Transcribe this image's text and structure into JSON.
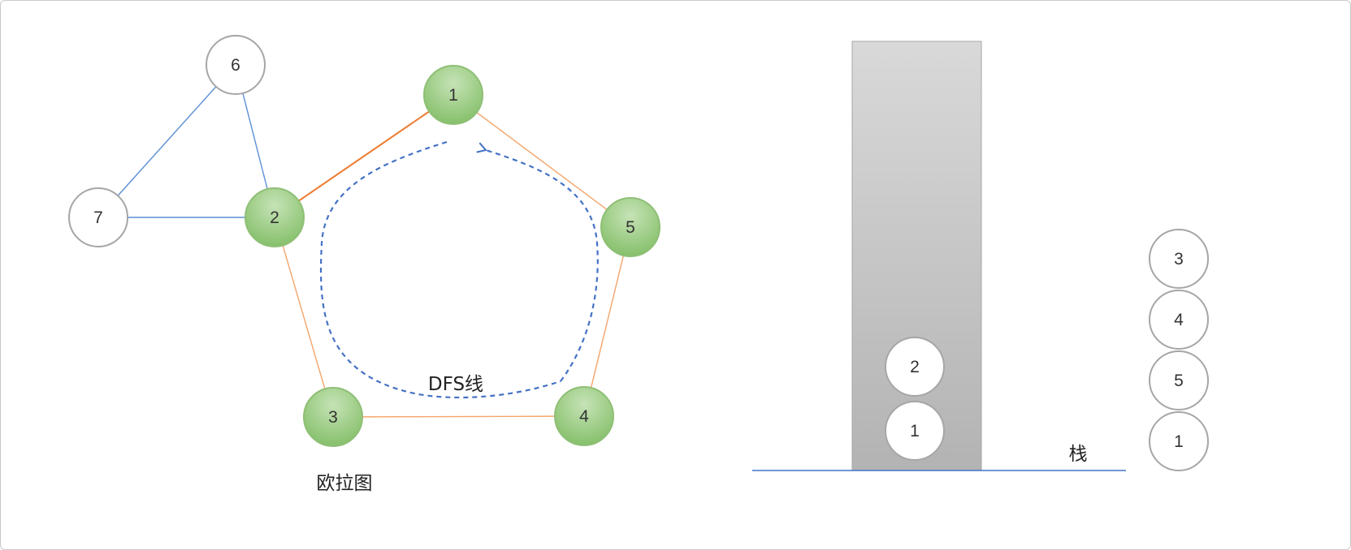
{
  "diagram": {
    "graph": {
      "caption": "欧拉图",
      "dfs_label": "DFS线",
      "nodes": [
        {
          "id": "1",
          "label": "1",
          "on_path": true
        },
        {
          "id": "2",
          "label": "2",
          "on_path": true
        },
        {
          "id": "3",
          "label": "3",
          "on_path": true
        },
        {
          "id": "4",
          "label": "4",
          "on_path": true
        },
        {
          "id": "5",
          "label": "5",
          "on_path": true
        },
        {
          "id": "6",
          "label": "6",
          "on_path": false
        },
        {
          "id": "7",
          "label": "7",
          "on_path": false
        }
      ],
      "edges": [
        {
          "from": "1",
          "to": "2",
          "color": "#ed7d31"
        },
        {
          "from": "2",
          "to": "3",
          "color": "#f4a46a"
        },
        {
          "from": "3",
          "to": "4",
          "color": "#f4a46a"
        },
        {
          "from": "4",
          "to": "5",
          "color": "#f4a46a"
        },
        {
          "from": "5",
          "to": "1",
          "color": "#f4a46a"
        },
        {
          "from": "2",
          "to": "6",
          "color": "#5b8fd6"
        },
        {
          "from": "6",
          "to": "7",
          "color": "#5b8fd6"
        },
        {
          "from": "7",
          "to": "2",
          "color": "#5b8fd6"
        }
      ]
    },
    "stack": {
      "label": "栈",
      "items": [
        "1",
        "2"
      ]
    },
    "output_sequence": [
      "3",
      "4",
      "5",
      "1"
    ],
    "colors": {
      "node_fill_top": "#b7dca5",
      "node_fill_bottom": "#7fbb63",
      "node_stroke": "#8fbf76",
      "plain_stroke": "#a6a6a6",
      "dfs_line": "#4472c4",
      "baseline": "#4472c4",
      "stack_top": "#d9d9d9",
      "stack_bottom": "#b3b3b3"
    }
  }
}
